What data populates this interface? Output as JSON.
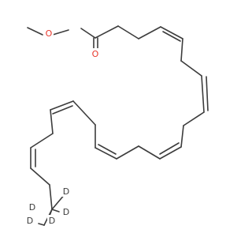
{
  "structure": {
    "atoms": {
      "ester_o": "O",
      "carbonyl_o": "O",
      "d1": "D",
      "d2": "D",
      "d3": "D",
      "d4": "D",
      "d5": "D"
    }
  },
  "colors": {
    "bond": "#3c3c3c",
    "oxygen": "#e8382c",
    "deuterium": "#3c3c3c",
    "background": "#ffffff"
  }
}
